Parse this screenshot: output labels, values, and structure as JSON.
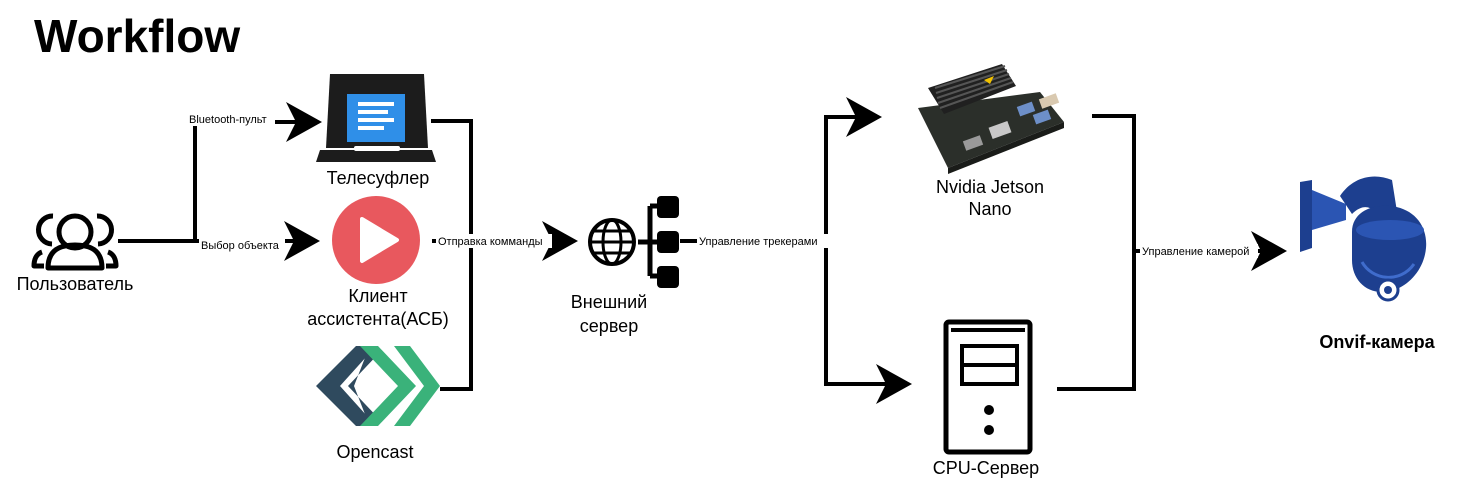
{
  "title": "Workflow",
  "nodes": {
    "user": {
      "label": "Пользователь",
      "icon": "users-icon"
    },
    "teleprompter": {
      "label": "Телесуфлер",
      "icon": "laptop-icon"
    },
    "client": {
      "label_line1": "Клиент",
      "label_line2": "ассистента(АСБ)",
      "icon": "play-button-icon"
    },
    "opencast": {
      "label": "Opencast",
      "icon": "opencast-logo"
    },
    "server": {
      "label_line1": "Внешний",
      "label_line2": "сервер",
      "icon": "globe-network-icon"
    },
    "jetson": {
      "label_line1": "Nvidia Jetson",
      "label_line2": "Nano",
      "icon": "jetson-board-icon"
    },
    "cpu": {
      "label": "CPU-Сервер",
      "icon": "server-tower-icon"
    },
    "camera": {
      "label": "Onvif-камера",
      "icon": "ptz-camera-icon"
    }
  },
  "edges": {
    "bluetooth": "Bluetooth-пульт",
    "select_object": "Выбор объекта",
    "send_commands": "Отправка комманды",
    "tracker_control": "Управление трекерами",
    "camera_control": "Управление камерой"
  },
  "colors": {
    "play": "#e8585e",
    "screen": "#2f8fe8",
    "opencast_dark": "#2f4a5e",
    "opencast_green": "#3ab27a",
    "camera_blue": "#1d3f8f",
    "lines": "#000000"
  }
}
